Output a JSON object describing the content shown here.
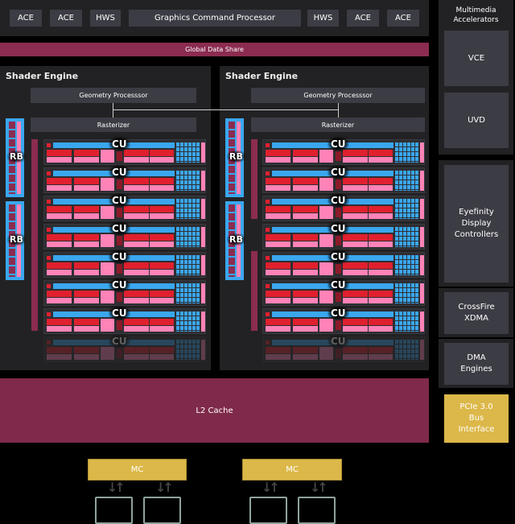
{
  "top": {
    "ace1": "ACE",
    "ace2": "ACE",
    "hws1": "HWS",
    "gcp": "Graphics Command Processor",
    "hws2": "HWS",
    "ace3": "ACE",
    "ace4": "ACE"
  },
  "gds": "Global Data Share",
  "engines": [
    {
      "title": "Shader Engine",
      "geometry": "Geometry Processsor",
      "rasterizer": "Rasterizer",
      "rb1": "RB",
      "rb2": "RB"
    },
    {
      "title": "Shader Engine",
      "geometry": "Geometry Processsor",
      "rasterizer": "Rasterizer",
      "rb1": "RB",
      "rb2": "RB"
    }
  ],
  "cu_label": "CU",
  "cu_count_active": 7,
  "cu_count_faded": 1,
  "l2": "L2 Cache",
  "side": {
    "mm_title": "Multimedia Accelerators",
    "vce": "VCE",
    "uvd": "UVD",
    "eyefinity": "Eyefinity Display Controllers",
    "crossfire": "CrossFire XDMA",
    "dma": "DMA Engines",
    "pcie": "PCIe 3.0 Bus Interface"
  },
  "mc": [
    "MC",
    "MC"
  ],
  "colors": {
    "blue": "#3aa7ef",
    "red": "#e0202e",
    "pink": "#ff83b7",
    "maroon": "#8b2c50",
    "gold": "#dcb84a"
  }
}
